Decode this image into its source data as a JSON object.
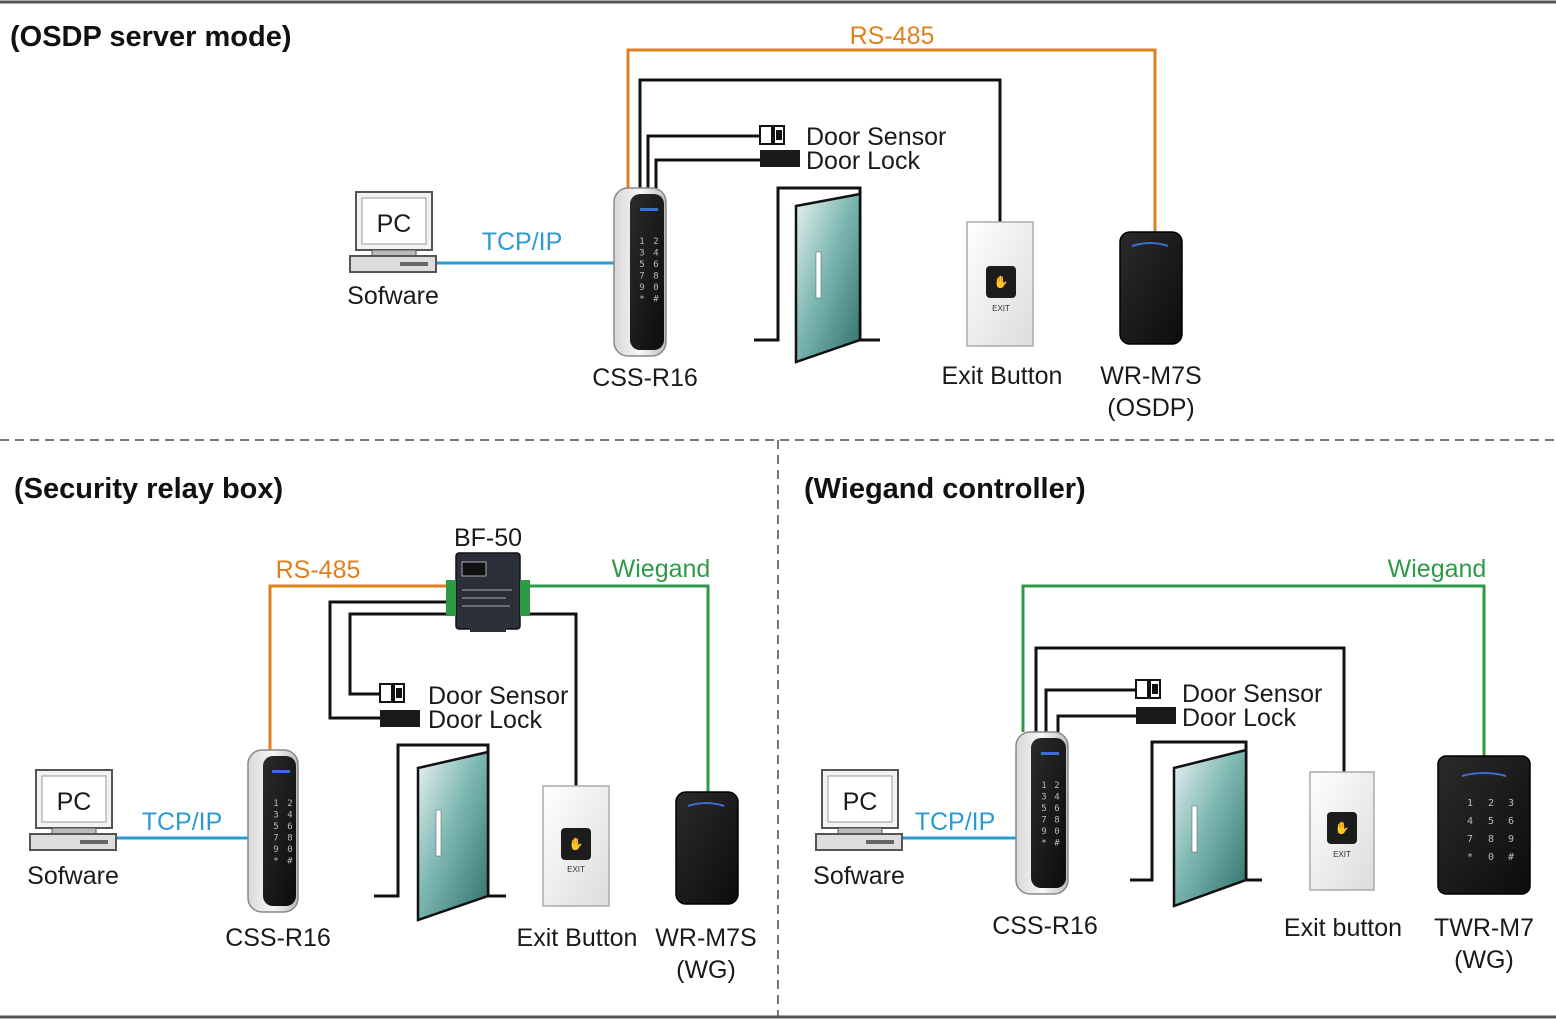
{
  "sections": {
    "osdp": {
      "title": "(OSDP server mode)",
      "bus_label": "RS-485",
      "network_label": "TCP/IP",
      "pc_label": "PC",
      "software_label": "Sofware",
      "controller_label": "CSS-R16",
      "door_sensor_label": "Door Sensor",
      "door_lock_label": "Door Lock",
      "exit_label": "Exit Button",
      "exit_text": "EXIT",
      "reader_label_1": "WR-M7S",
      "reader_label_2": "(OSDP)"
    },
    "relay": {
      "title": "(Security relay box)",
      "bus_label": "RS-485",
      "relay_box_label": "BF-50",
      "wiegand_label": "Wiegand",
      "network_label": "TCP/IP",
      "pc_label": "PC",
      "software_label": "Sofware",
      "controller_label": "CSS-R16",
      "door_sensor_label": "Door Sensor",
      "door_lock_label": "Door Lock",
      "exit_label": "Exit Button",
      "exit_text": "EXIT",
      "reader_label_1": "WR-M7S",
      "reader_label_2": "(WG)"
    },
    "wiegand": {
      "title": "(Wiegand controller)",
      "wiegand_label": "Wiegand",
      "network_label": "TCP/IP",
      "pc_label": "PC",
      "software_label": "Sofware",
      "controller_label": "CSS-R16",
      "door_sensor_label": "Door Sensor",
      "door_lock_label": "Door Lock",
      "exit_label": "Exit button",
      "exit_text": "EXIT",
      "reader_label_1": "TWR-M7",
      "reader_label_2": "(WG)"
    }
  },
  "keypad": [
    "1",
    "2",
    "3",
    "4",
    "5",
    "6",
    "7",
    "8",
    "9",
    "0",
    "*",
    "#"
  ],
  "colors": {
    "rs485": "#e07f1f",
    "wiegand": "#2e9a48",
    "tcpip": "#2a9ad6",
    "wire": "#111111",
    "frame": "#555555"
  }
}
